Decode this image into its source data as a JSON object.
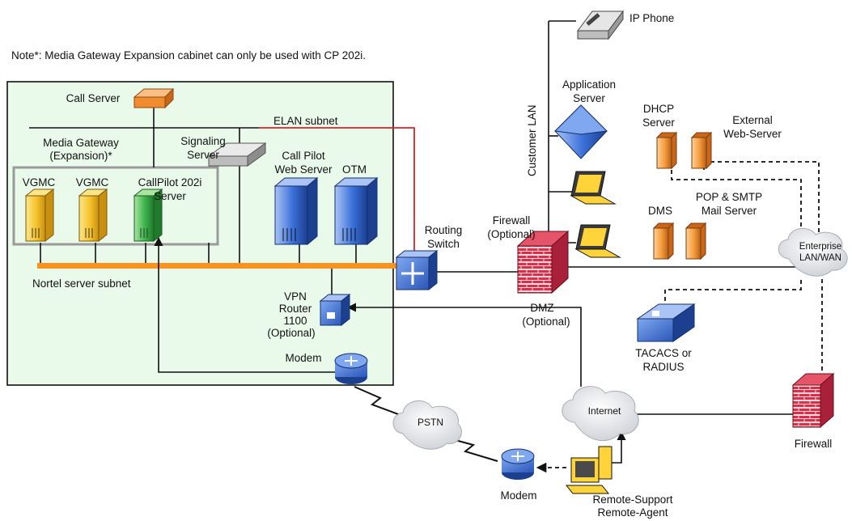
{
  "note": "Note*: Media Gateway Expansion cabinet can only be used with CP 202i.",
  "labels": {
    "call_server": "Call Server",
    "elan_subnet": "ELAN subnet",
    "media_gateway": "Media Gateway",
    "expansion": "(Expansion)*",
    "signaling_1": "Signaling",
    "signaling_2": "Server",
    "call_pilot_1": "Call Pilot",
    "call_pilot_2": "Web Server",
    "otm": "OTM",
    "vgmc_1": "VGMC",
    "vgmc_2": "VGMC",
    "callpilot_202i_1": "CallPilot 202i",
    "callpilot_202i_2": "Server",
    "nortel_subnet": "Nortel server subnet",
    "routing_1": "Routing",
    "routing_2": "Switch",
    "vpn_1": "VPN",
    "vpn_2": "Router",
    "vpn_3": "1100",
    "vpn_4": "(Optional)",
    "modem_left": "Modem",
    "ip_phone": "IP Phone",
    "customer_lan": "Customer LAN",
    "app_server_1": "Application",
    "app_server_2": "Server",
    "dhcp_1": "DHCP",
    "dhcp_2": "Server",
    "ext_web_1": "External",
    "ext_web_2": "Web-Server",
    "firewall_opt_1": "Firewall",
    "firewall_opt_2": "(Optional)",
    "dms": "DMS",
    "pop_1": "POP & SMTP",
    "pop_2": "Mail Server",
    "enterprise_1": "Enterprise",
    "enterprise_2": "LAN/WAN",
    "dmz_1": "DMZ",
    "dmz_2": "(Optional)",
    "tacacs_1": "TACACS or",
    "tacacs_2": "RADIUS",
    "internet": "Internet",
    "pstn": "PSTN",
    "firewall_right": "Firewall",
    "modem_bottom": "Modem",
    "remote_1": "Remote-Support",
    "remote_2": "Remote-Agent"
  },
  "colors": {
    "enclosure_fill": "#eafaea",
    "subnet_orange": "#f7931e",
    "elan_red": "#d9232a",
    "server_yellow": "#f5c32c",
    "server_green": "#3cb34a",
    "server_blue": "#3a6fd8",
    "server_orange": "#f59a3a",
    "firewall_red": "#c8283c"
  },
  "icons": [
    "call-server-icon",
    "signaling-server-icon",
    "server-tower-icon",
    "routing-switch-icon",
    "vpn-router-icon",
    "modem-icon",
    "ip-phone-icon",
    "application-server-icon",
    "laptop-icon",
    "firewall-icon",
    "cloud-icon",
    "tacacs-icon",
    "desktop-pc-icon"
  ]
}
